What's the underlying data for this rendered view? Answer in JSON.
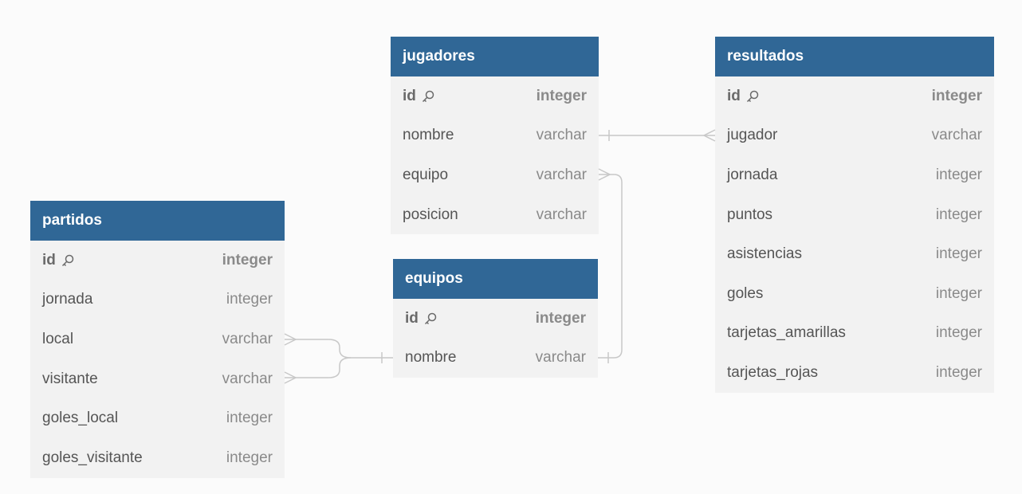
{
  "tables": {
    "jugadores": {
      "title": "jugadores",
      "rows": [
        {
          "name": "id",
          "type": "integer",
          "pk": true
        },
        {
          "name": "nombre",
          "type": "varchar"
        },
        {
          "name": "equipo",
          "type": "varchar"
        },
        {
          "name": "posicion",
          "type": "varchar"
        }
      ]
    },
    "resultados": {
      "title": "resultados",
      "rows": [
        {
          "name": "id",
          "type": "integer",
          "pk": true
        },
        {
          "name": "jugador",
          "type": "varchar"
        },
        {
          "name": "jornada",
          "type": "integer"
        },
        {
          "name": "puntos",
          "type": "integer"
        },
        {
          "name": "asistencias",
          "type": "integer"
        },
        {
          "name": "goles",
          "type": "integer"
        },
        {
          "name": "tarjetas_amarillas",
          "type": "integer"
        },
        {
          "name": "tarjetas_rojas",
          "type": "integer"
        }
      ]
    },
    "partidos": {
      "title": "partidos",
      "rows": [
        {
          "name": "id",
          "type": "integer",
          "pk": true
        },
        {
          "name": "jornada",
          "type": "integer"
        },
        {
          "name": "local",
          "type": "varchar"
        },
        {
          "name": "visitante",
          "type": "varchar"
        },
        {
          "name": "goles_local",
          "type": "integer"
        },
        {
          "name": "goles_visitante",
          "type": "integer"
        }
      ]
    },
    "equipos": {
      "title": "equipos",
      "rows": [
        {
          "name": "id",
          "type": "integer",
          "pk": true
        },
        {
          "name": "nombre",
          "type": "varchar"
        }
      ]
    }
  },
  "icons": {
    "primary_key": "key-icon"
  },
  "colors": {
    "header_bg": "#306796",
    "header_text": "#ffffff",
    "table_bg": "#f2f2f2",
    "connector": "#c8c8c8"
  }
}
